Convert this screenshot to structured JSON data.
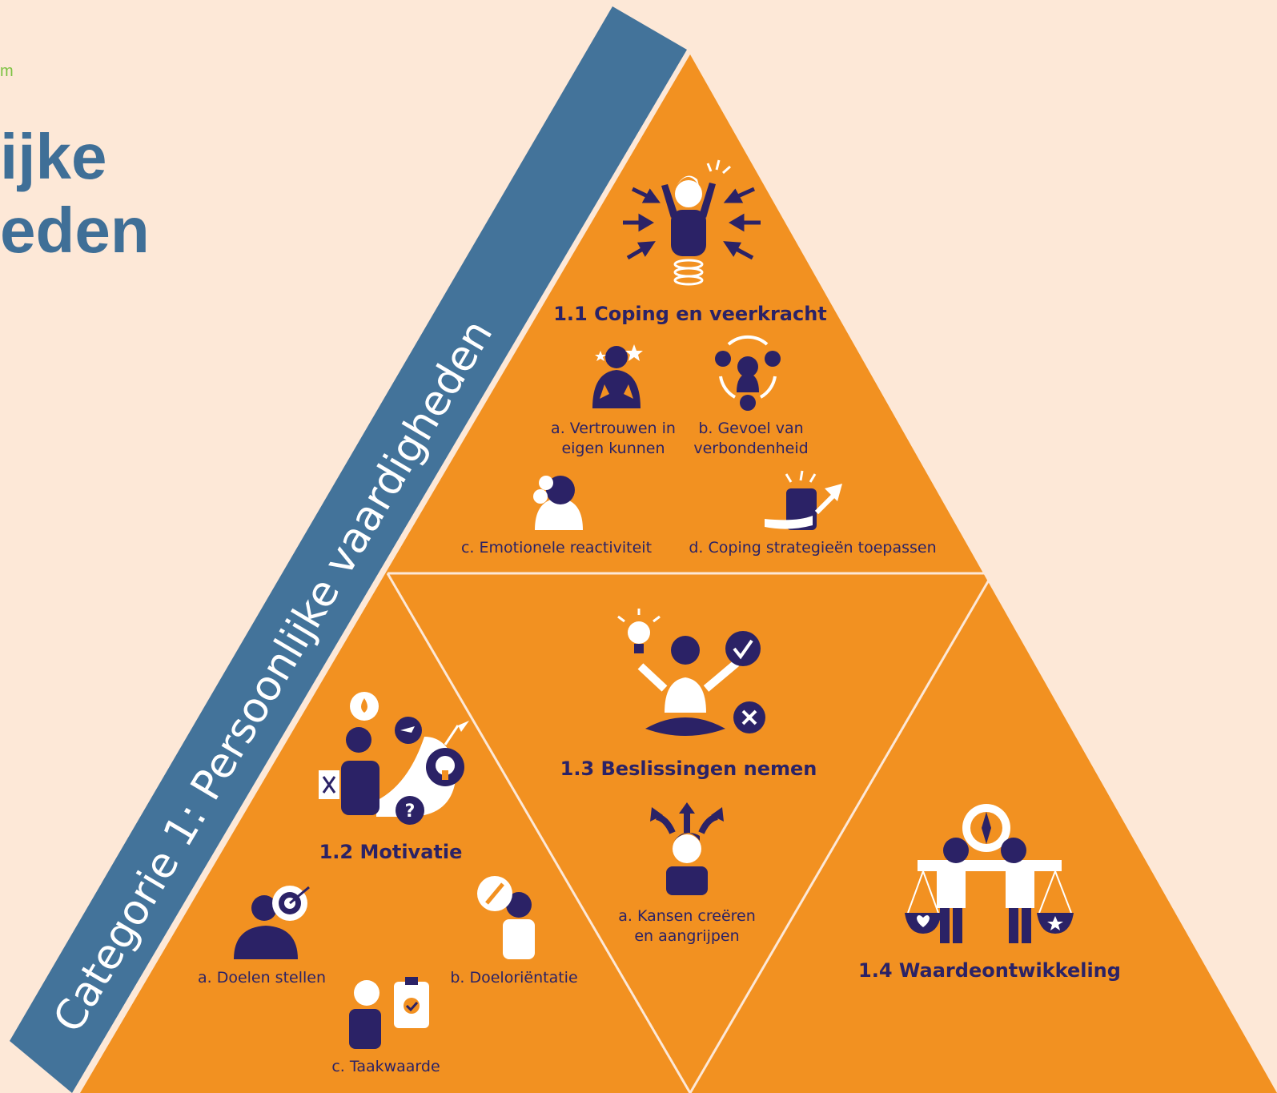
{
  "header": {
    "corner_fragment": "m",
    "heading_line1": "ijke",
    "heading_line2": "eden"
  },
  "banner": {
    "label": "Categorie 1: Persoonlijke vaardigheden"
  },
  "sections": {
    "s11": {
      "title": "1.1 Coping en veerkracht",
      "a_line1": "a. Vertrouwen in",
      "a_line2": "eigen kunnen",
      "b_line1": "b. Gevoel van",
      "b_line2": "verbondenheid",
      "c": "c. Emotionele reactiviteit",
      "d": "d. Coping strategieën toepassen"
    },
    "s12": {
      "title": "1.2 Motivatie",
      "a": "a. Doelen stellen",
      "b": "b. Doeloriëntatie",
      "c": "c. Taakwaarde"
    },
    "s13": {
      "title": "1.3 Beslissingen nemen",
      "a_line1": "a. Kansen creëren",
      "a_line2": "en aangrijpen"
    },
    "s14": {
      "title": "1.4 Waardeontwikkeling"
    }
  },
  "colors": {
    "background": "#fde8d7",
    "triangle": "#f29121",
    "banner": "#43739a",
    "ink": "#2b2266",
    "heading": "#3f6f97",
    "corner_text": "#7cc242"
  }
}
